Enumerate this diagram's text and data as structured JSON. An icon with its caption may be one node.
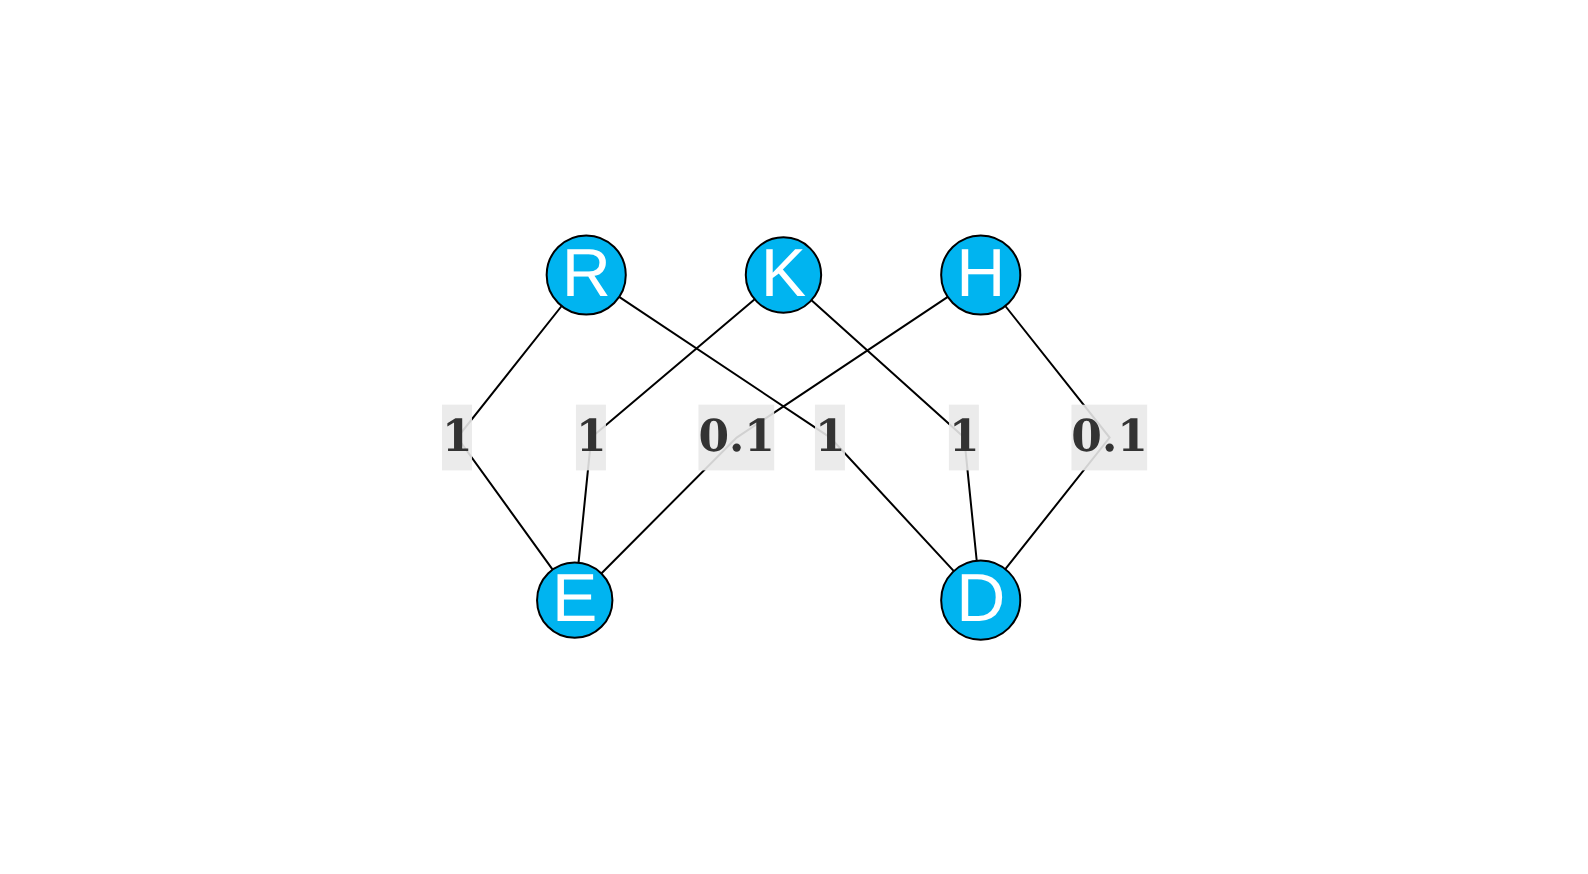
{
  "diagram": {
    "nodes": [
      {
        "text": [
          "R"
        ]
      },
      {
        "text": [
          "K"
        ]
      },
      {
        "text": [
          "H"
        ]
      },
      {
        "text": [
          "E"
        ]
      },
      {
        "text": [
          "D"
        ]
      }
    ],
    "edges": [
      {
        "from": 0,
        "to": 3,
        "arrow": "none",
        "label": "1"
      },
      {
        "from": 0,
        "to": 4,
        "arrow": "none",
        "label": "1"
      },
      {
        "from": 1,
        "to": 3,
        "arrow": "none",
        "label": "1"
      },
      {
        "from": 1,
        "to": 4,
        "arrow": "none",
        "label": "1"
      },
      {
        "from": 2,
        "to": 3,
        "arrow": "none",
        "label": "0.1"
      },
      {
        "from": 2,
        "to": 4,
        "arrow": "none",
        "label": "0.1"
      }
    ]
  }
}
